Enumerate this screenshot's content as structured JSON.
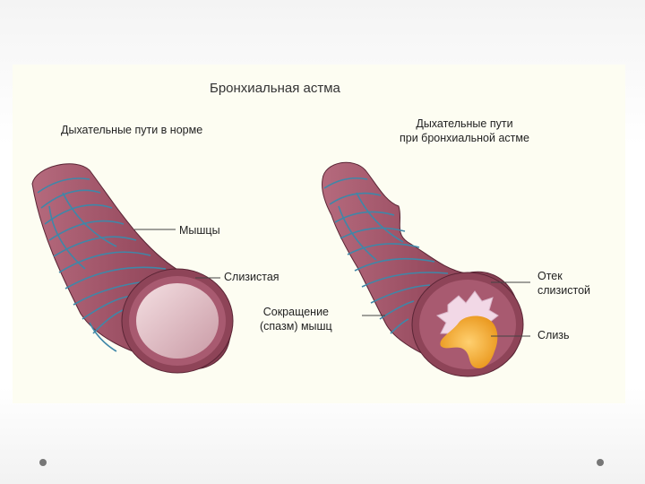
{
  "diagram": {
    "title": "Бронхиальная астма",
    "normal_airway_label": "Дыхательные пути в норме",
    "asthma_airway_label_line1": "Дыхательные пути",
    "asthma_airway_label_line2": "при бронхиальной астме",
    "muscles_label": "Мышцы",
    "mucosa_label": "Слизистая",
    "spasm_label_line1": "Сокращение",
    "spasm_label_line2": "(спазм) мышц",
    "edema_label_line1": "Отек",
    "edema_label_line2": "слизистой",
    "mucus_label": "Слизь"
  },
  "colors": {
    "wall": "#9a4e62",
    "wall_dark": "#7a3548",
    "lumen_normal": "#e8c6cc",
    "muscle_band": "#3f87a8",
    "mucus": "#f0a020",
    "edema": "#f2d8e6",
    "panel": "#fdfdf2"
  },
  "icons": [
    "bullet-dot",
    "bullet-dot"
  ]
}
